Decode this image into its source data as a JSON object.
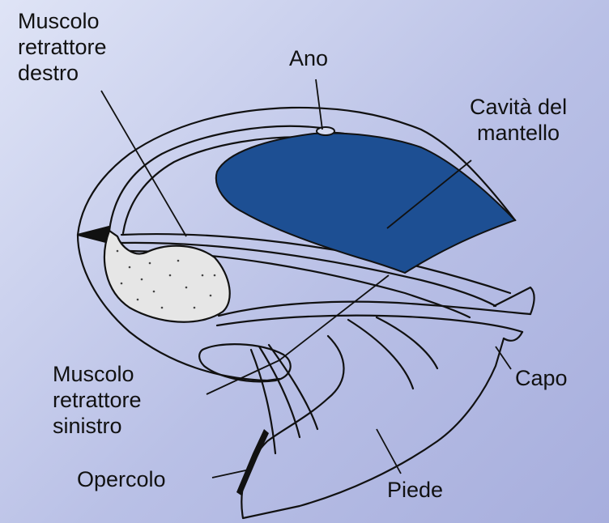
{
  "labels": {
    "right_retractor_muscle": [
      "Muscolo",
      "retrattore",
      "destro"
    ],
    "anus": "Ano",
    "mantle_cavity": [
      "Cavità del",
      "mantello"
    ],
    "left_retractor_muscle": [
      "Muscolo",
      "retrattore",
      "sinistro"
    ],
    "head": "Capo",
    "operculum": "Opercolo",
    "foot": "Piede"
  },
  "colors": {
    "mantle_cavity_fill": "#1d4f93",
    "line": "#111111",
    "muscle_mass_fill": "#e6e6e6"
  }
}
